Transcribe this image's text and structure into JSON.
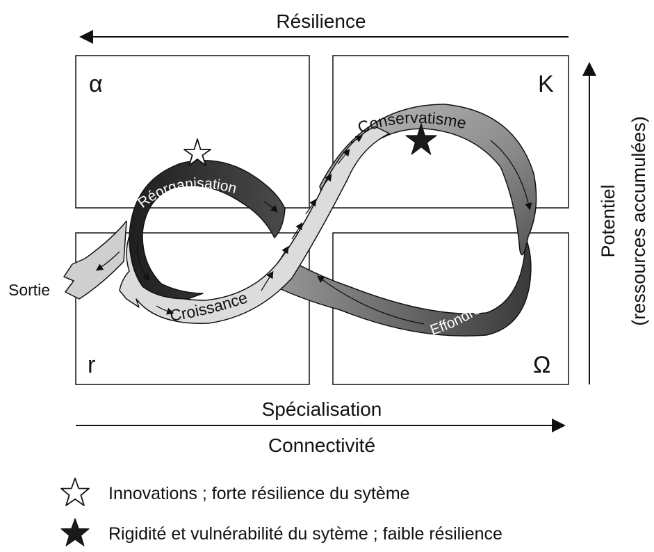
{
  "axes": {
    "top": "Résilience",
    "bottom_upper": "Spécialisation",
    "bottom_lower": "Connectivité",
    "right_line1": "Potentiel",
    "right_line2": "(ressources accumulées)"
  },
  "quadrants": {
    "alpha": "α",
    "k": "K",
    "r": "r",
    "omega": "Ω"
  },
  "phases": {
    "reorganisation": "Réorganisation",
    "conservatisme": "Conservatisme",
    "croissance": "Croissance",
    "effondrement": "Effondrement",
    "sortie": "Sortie"
  },
  "legend": [
    {
      "icon": "white-star-icon",
      "text": "Innovations ; forte résilience du sytème"
    },
    {
      "icon": "black-star-icon",
      "text": "Rigidité et vulnérabilité du sytème ; faible résilience"
    }
  ],
  "colors": {
    "light_band": "#d9d9d9",
    "mid_band": "#8c8c8c",
    "dark_band": "#2e2e2e",
    "line": "#111111"
  }
}
